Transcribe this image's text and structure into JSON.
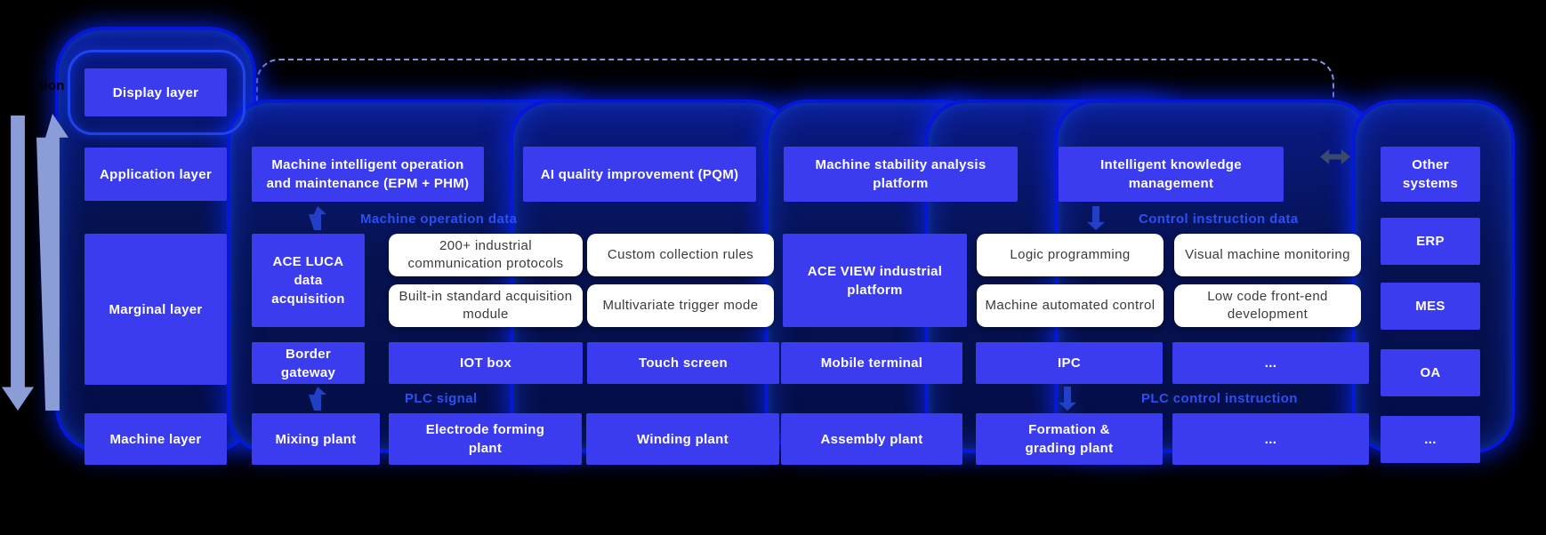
{
  "note_fragment": "tion",
  "colors": {
    "box_blue": "#3B3BEF",
    "glow_blue": "#0018F0",
    "flow_label_blue": "#2C50F0",
    "arrow_periwinkle": "#8B9DD6",
    "white_box": "#FFFFFF"
  },
  "layers": {
    "display": "Display layer",
    "application": "Application layer",
    "marginal": "Marginal layer",
    "machine": "Machine layer"
  },
  "application_row": {
    "epm": "Machine intelligent operation and maintenance (EPM + PHM)",
    "pqm": "AI quality improvement (PQM)",
    "stability": "Machine stability analysis platform",
    "knowledge": "Intelligent knowledge management",
    "other_systems": "Other systems"
  },
  "flow_labels": {
    "machine_operation_data": "Machine operation data",
    "control_instruction_data": "Control instruction data",
    "plc_signal": "PLC signal",
    "plc_control_instruction": "PLC control instruction"
  },
  "marginal_row": {
    "ace_luca": "ACE LUCA data acquisition",
    "protocols": "200+ industrial communication protocols",
    "builtin_module": "Built-in standard acquisition module",
    "custom_rules": "Custom collection rules",
    "trigger_mode": "Multivariate trigger mode",
    "ace_view": "ACE VIEW industrial platform",
    "logic_programming": "Logic programming",
    "automated_control": "Machine automated control",
    "visual_monitoring": "Visual machine monitoring",
    "low_code": "Low code front-end development"
  },
  "device_row": {
    "border_gateway": "Border gateway",
    "iot_box": "IOT box",
    "touch_screen": "Touch screen",
    "mobile_terminal": "Mobile terminal",
    "ipc": "IPC",
    "more": "..."
  },
  "machine_row": {
    "mixing": "Mixing plant",
    "electrode": "Electrode forming plant",
    "winding": "Winding plant",
    "assembly": "Assembly plant",
    "formation": "Formation & grading plant",
    "more": "..."
  },
  "systems_column": {
    "erp": "ERP",
    "mes": "MES",
    "oa": "OA",
    "more": "..."
  }
}
